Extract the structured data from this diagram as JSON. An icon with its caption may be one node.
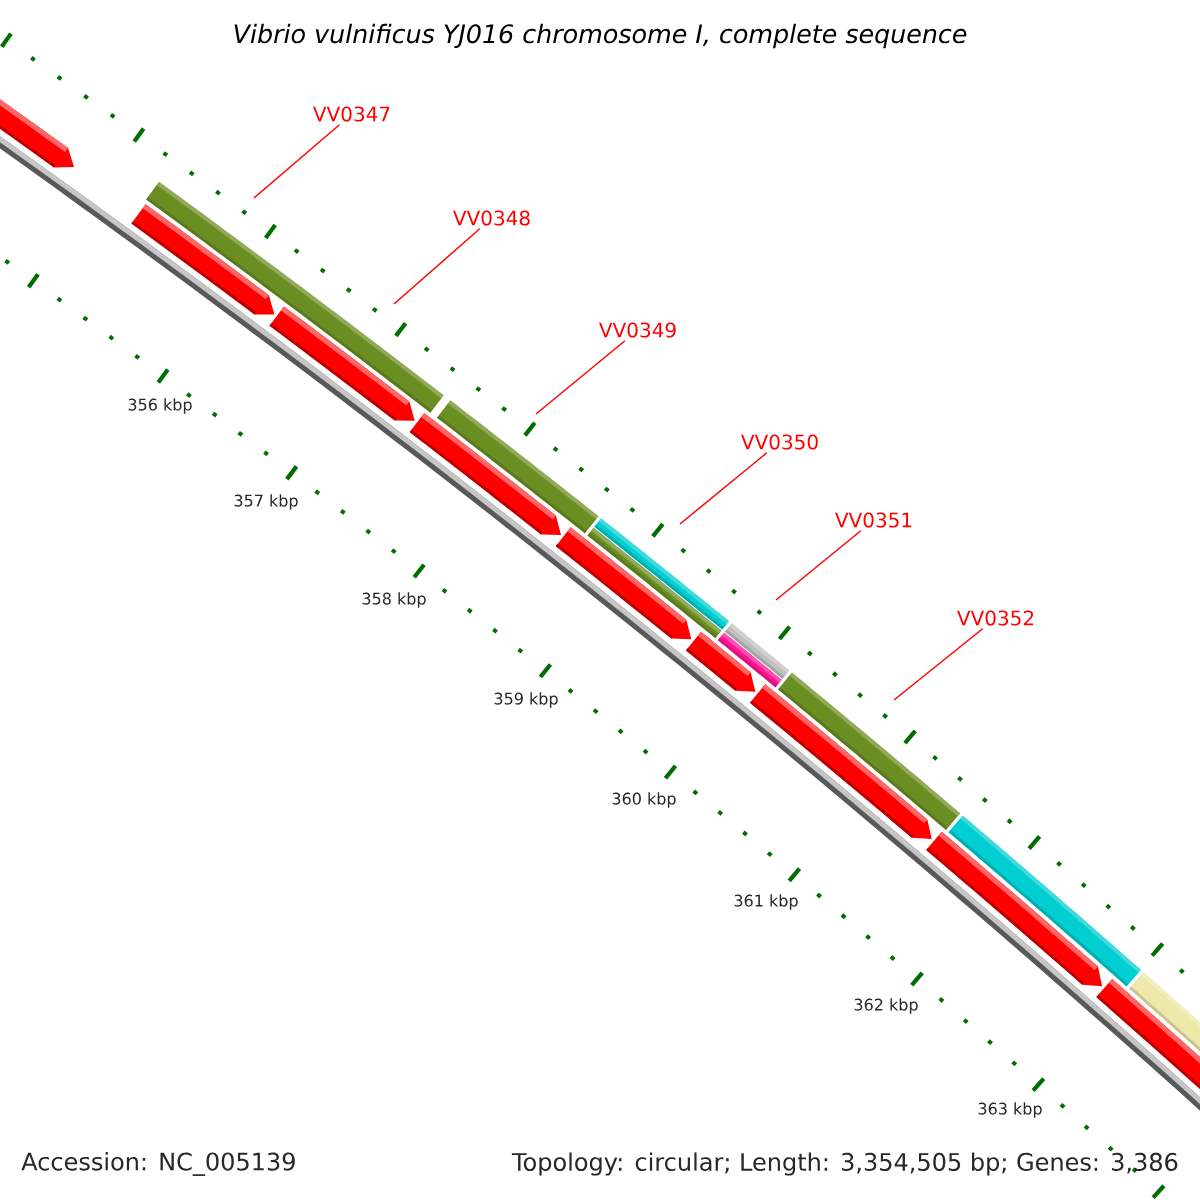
{
  "diagram": {
    "title": "Vibrio vulnificus YJ016 chromosome I, complete sequence",
    "nodes": [
      {
        "text": [
          "VV0347"
        ]
      },
      {
        "text": [
          "VV0348"
        ]
      },
      {
        "text": [
          "VV0349"
        ]
      },
      {
        "text": [
          "VV0350"
        ]
      },
      {
        "text": [
          "VV0351"
        ]
      },
      {
        "text": [
          "VV0352"
        ]
      }
    ],
    "edges": [
      {
        "from": 0,
        "to": null,
        "arrow": "none"
      },
      {
        "from": 1,
        "to": null,
        "arrow": "none"
      },
      {
        "from": 2,
        "to": null,
        "arrow": "none"
      },
      {
        "from": 3,
        "to": null,
        "arrow": "none"
      },
      {
        "from": 4,
        "to": null,
        "arrow": "none"
      },
      {
        "from": 5,
        "to": null,
        "arrow": "none"
      }
    ],
    "labels": [
      "356 kbp",
      "357 kbp",
      "358 kbp",
      "359 kbp",
      "360 kbp",
      "361 kbp",
      "362 kbp",
      "363 kbp",
      "Accession: NC_005139",
      "Topology: circular; Length: 3,354,505 bp; Genes: 3,386"
    ]
  }
}
